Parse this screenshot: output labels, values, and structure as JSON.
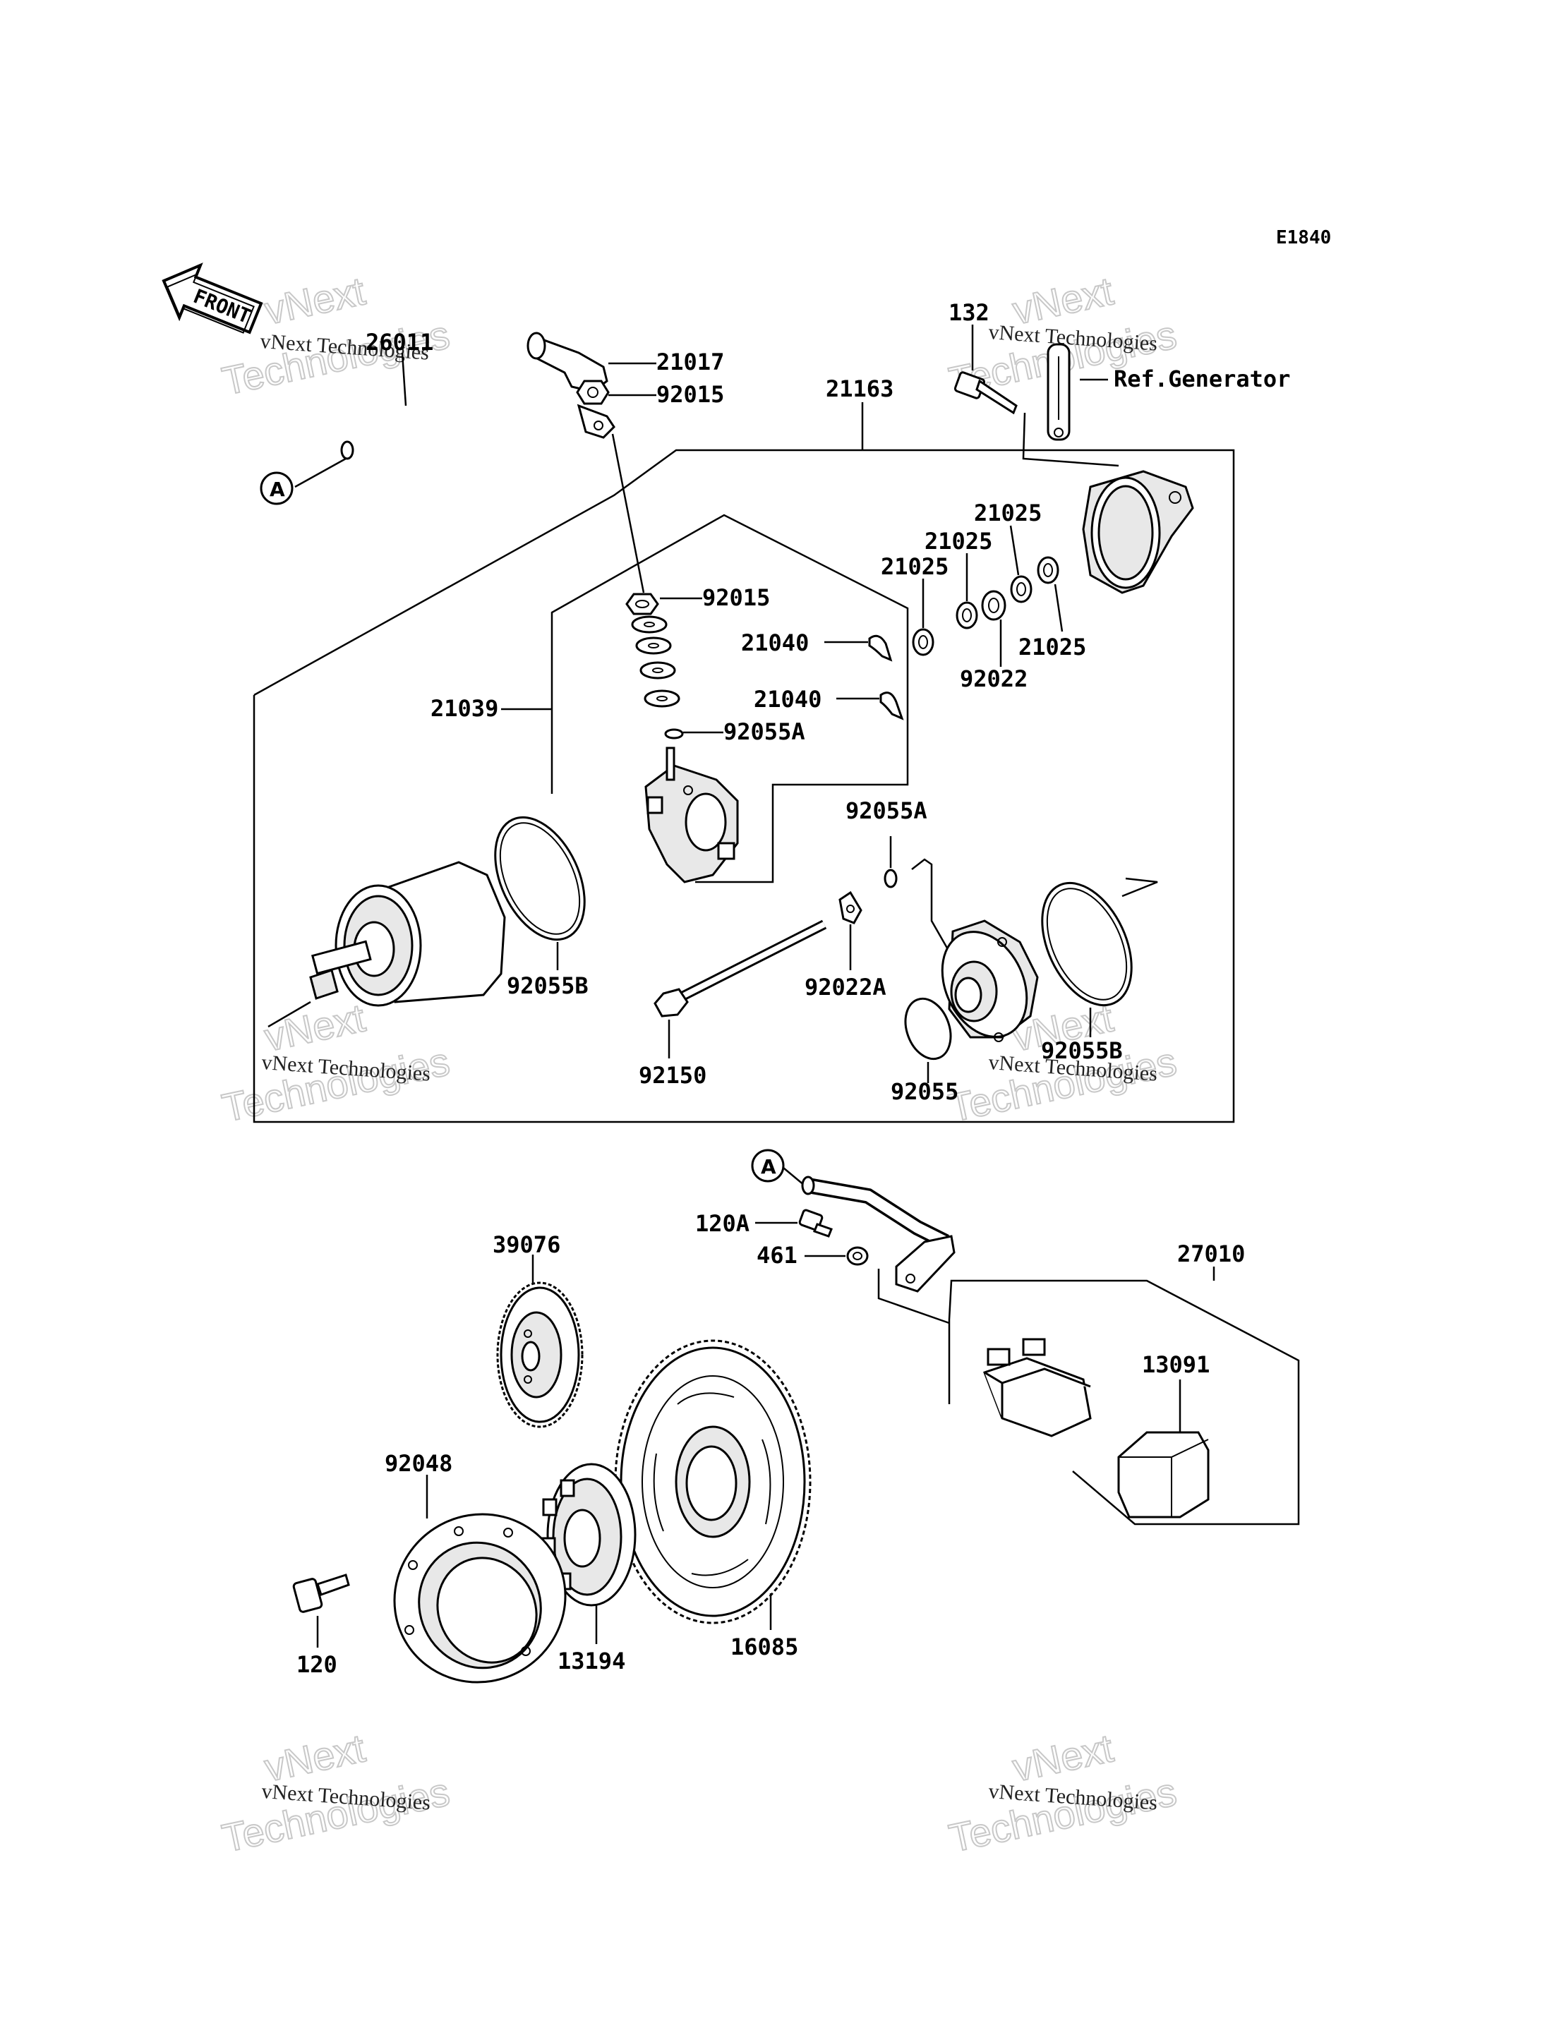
{
  "diagram": {
    "code": "E1840",
    "front_label": "FRONT",
    "ref_note": "Ref.Generator",
    "ref_marker": "A",
    "watermark": {
      "line1": "vNext Technologies",
      "line2": "vNext",
      "line3": "Technologies"
    },
    "labels": {
      "p26011": "26011",
      "p21017": "21017",
      "p92015a": "92015",
      "p21163": "21163",
      "p132": "132",
      "p92015b": "92015",
      "p21025a": "21025",
      "p21025b": "21025",
      "p21025c": "21025",
      "p21025d": "21025",
      "p21040a": "21040",
      "p21040b": "21040",
      "p92022": "92022",
      "p21039": "21039",
      "p92055A_a": "92055A",
      "p92055A_b": "92055A",
      "p92055B_a": "92055B",
      "p92055B_b": "92055B",
      "p92022A": "92022A",
      "p92150": "92150",
      "p92055": "92055",
      "p120A": "120A",
      "p461": "461",
      "p27010": "27010",
      "p39076": "39076",
      "p13091": "13091",
      "p92048": "92048",
      "p120": "120",
      "p13194": "13194",
      "p16085": "16085"
    }
  }
}
